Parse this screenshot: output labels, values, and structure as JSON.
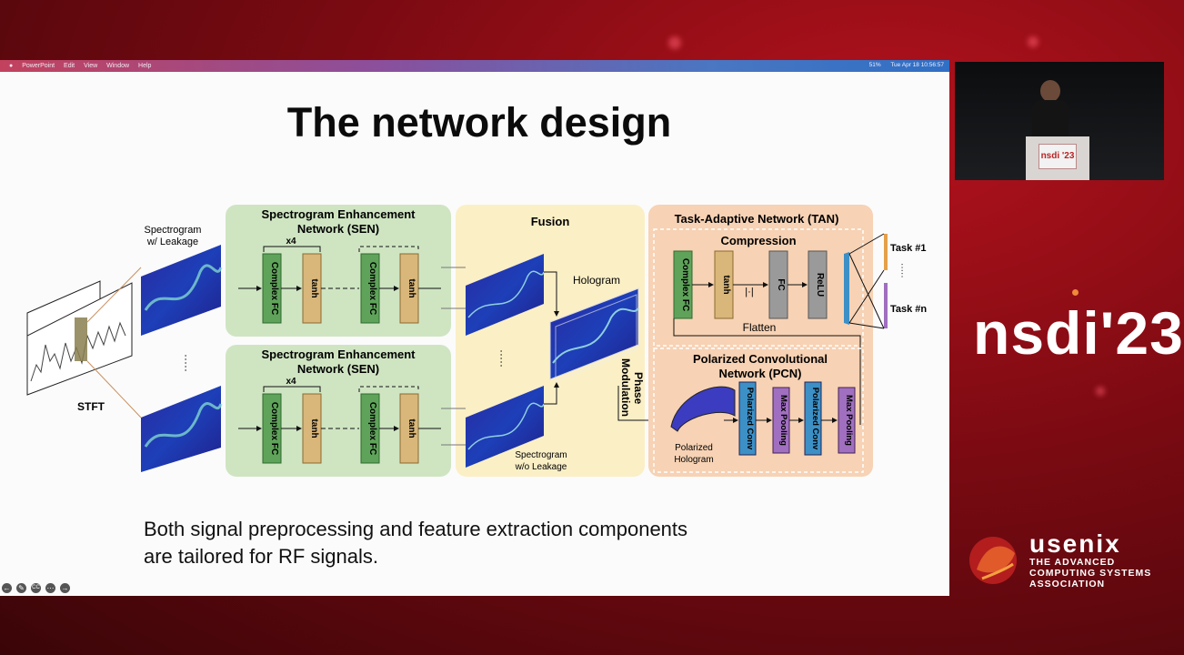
{
  "menubar": {
    "items": [
      "PowerPoint",
      "Edit",
      "View",
      "Window",
      "Help"
    ],
    "status": {
      "battery": "51%",
      "datetime": "Tue Apr 18  10:56:57"
    }
  },
  "slide": {
    "title": "The network design",
    "caption_line1": "Both signal preprocessing and feature extraction components",
    "caption_line2": "are tailored for RF signals.",
    "controls": [
      "back-icon",
      "pen-icon",
      "captions-icon",
      "more-icon",
      "forward-icon"
    ],
    "controls_labels": {
      "cc": "CC"
    }
  },
  "diagram": {
    "spectrogram_leakage": [
      "Spectrogram",
      "w/ Leakage"
    ],
    "stft": "STFT",
    "sen_title_1": "Spectrogram Enhancement",
    "sen_title_2": "Network (SEN)",
    "x4": "x4",
    "complex_fc": "Complex FC",
    "tanh": "tanh",
    "fusion": "Fusion",
    "hologram": "Hologram",
    "phase_modulation": [
      "Phase",
      "Modulation"
    ],
    "spectrogram_wo": [
      "Spectrogram",
      "w/o Leakage"
    ],
    "tan_title": "Task-Adaptive Network (TAN)",
    "compression": "Compression",
    "abs_op": "|·|",
    "fc": "FC",
    "relu": "ReLU",
    "flatten": "Flatten",
    "task1": "Task #1",
    "taskn": "Task #n",
    "pcn_title_1": "Polarized Convolutional",
    "pcn_title_2": "Network (PCN)",
    "polarized_conv": "Polarized Conv",
    "max_pooling": "Max Pooling",
    "polarized_hologram": [
      "Polarized",
      "Hologram"
    ],
    "vdots": "·····",
    "colors": {
      "sen_bg": "#cfe5c2",
      "fusion_bg": "#fbefc6",
      "tan_bg": "#f7d2b4",
      "fc_green": "#5fa35a",
      "tanh_tan": "#d9b77a",
      "gray": "#9a9a9a",
      "blue": "#3c90c6",
      "purple": "#a06fc0"
    }
  },
  "camera": {
    "podium_label": "nsdi '23"
  },
  "brand": {
    "nsdi": "nsdi'23",
    "usenix": "usenix",
    "assoc": [
      "THE ADVANCED",
      "COMPUTING SYSTEMS",
      "ASSOCIATION"
    ]
  }
}
